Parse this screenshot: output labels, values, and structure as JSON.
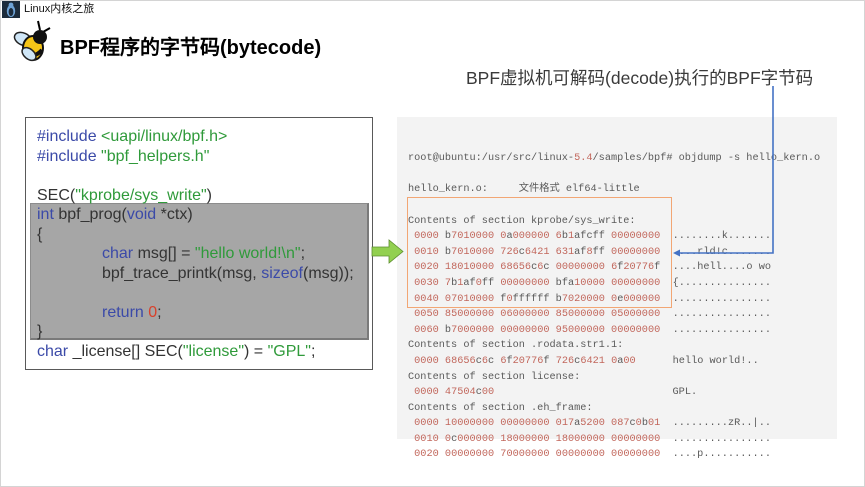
{
  "header": {
    "app_name": "Linux内核之旅",
    "app_icon": "linux-penguin-icon",
    "logo_icon": "bee-logo-icon",
    "title": "BPF程序的字节码(bytecode)"
  },
  "annotation": {
    "text": "BPF虚拟机可解码(decode)执行的BPF字节码",
    "arrow_color": "#4472c4"
  },
  "transition_arrow": {
    "icon": "right-arrow-icon",
    "fill": "#92d050"
  },
  "source_code": {
    "highlight_color": "#a6a6a6",
    "colors": {
      "keyword": "#3b4aa8",
      "string": "#2f9a3a",
      "number": "#d9412b",
      "plain": "#333333"
    },
    "lines": [
      {
        "indent": false,
        "tokens": [
          {
            "t": "#include ",
            "k": "kw"
          },
          {
            "t": "<uapi/linux/bpf.h>",
            "k": "str"
          }
        ]
      },
      {
        "indent": false,
        "tokens": [
          {
            "t": "#include ",
            "k": "kw"
          },
          {
            "t": "\"bpf_helpers.h\"",
            "k": "str"
          }
        ]
      },
      {
        "indent": false,
        "tokens": []
      },
      {
        "indent": false,
        "tokens": [
          {
            "t": "SEC(",
            "k": "plain"
          },
          {
            "t": "\"kprobe/sys_write\"",
            "k": "str"
          },
          {
            "t": ")",
            "k": "plain"
          }
        ]
      },
      {
        "indent": false,
        "tokens": [
          {
            "t": "int",
            "k": "kw"
          },
          {
            "t": " bpf_prog(",
            "k": "plain"
          },
          {
            "t": "void",
            "k": "kw"
          },
          {
            "t": " *ctx)",
            "k": "plain"
          }
        ]
      },
      {
        "indent": false,
        "tokens": [
          {
            "t": "{",
            "k": "plain"
          }
        ]
      },
      {
        "indent": true,
        "tokens": [
          {
            "t": "char",
            "k": "kw"
          },
          {
            "t": " msg[] = ",
            "k": "plain"
          },
          {
            "t": "\"hello world!\\n\"",
            "k": "str"
          },
          {
            "t": ";",
            "k": "plain"
          }
        ]
      },
      {
        "indent": true,
        "tokens": [
          {
            "t": "bpf_trace_printk(msg, ",
            "k": "plain"
          },
          {
            "t": "sizeof",
            "k": "kw"
          },
          {
            "t": "(msg));",
            "k": "plain"
          }
        ]
      },
      {
        "indent": false,
        "tokens": []
      },
      {
        "indent": true,
        "tokens": [
          {
            "t": "return",
            "k": "kw"
          },
          {
            "t": " ",
            "k": "plain"
          },
          {
            "t": "0",
            "k": "num"
          },
          {
            "t": ";",
            "k": "plain"
          }
        ]
      },
      {
        "indent": false,
        "tokens": [
          {
            "t": "}",
            "k": "plain"
          }
        ]
      },
      {
        "indent": false,
        "tokens": [
          {
            "t": "char",
            "k": "kw"
          },
          {
            "t": " _license[] SEC(",
            "k": "plain"
          },
          {
            "t": "\"license\"",
            "k": "str"
          },
          {
            "t": ") = ",
            "k": "plain"
          },
          {
            "t": "\"GPL\"",
            "k": "str"
          },
          {
            "t": ";",
            "k": "plain"
          }
        ]
      }
    ]
  },
  "terminal": {
    "background": "#f3f3f3",
    "digit_color": "#c2675c",
    "highlight_border": "#f2a674",
    "command_line": "root@ubuntu:/usr/src/linux-5.4/samples/bpf# objdump -s hello_kern.o",
    "file_format_line": "hello_kern.o:     文件格式 elf64-little",
    "sections": [
      {
        "header": "Contents of section kprobe/sys_write:",
        "highlighted": true,
        "rows": [
          {
            "addr": "0000",
            "hex": [
              "b7010000",
              "0a000000",
              "6b1afcff",
              "00000000"
            ],
            "ascii": "........k......."
          },
          {
            "addr": "0010",
            "hex": [
              "b7010000",
              "726c6421",
              "631af8ff",
              "00000000"
            ],
            "ascii": "....rld!c......."
          },
          {
            "addr": "0020",
            "hex": [
              "18010000",
              "68656c6c",
              "00000000",
              "6f20776f"
            ],
            "ascii": "....hell....o wo"
          },
          {
            "addr": "0030",
            "hex": [
              "7b1af0ff",
              "00000000",
              "bfa10000",
              "00000000"
            ],
            "ascii": "{..............."
          },
          {
            "addr": "0040",
            "hex": [
              "07010000",
              "f0ffffff",
              "b7020000",
              "0e000000"
            ],
            "ascii": "................"
          },
          {
            "addr": "0050",
            "hex": [
              "85000000",
              "06000000",
              "85000000",
              "05000000"
            ],
            "ascii": "................"
          },
          {
            "addr": "0060",
            "hex": [
              "b7000000",
              "00000000",
              "95000000",
              "00000000"
            ],
            "ascii": "................"
          }
        ]
      },
      {
        "header": "Contents of section .rodata.str1.1:",
        "highlighted": false,
        "rows": [
          {
            "addr": "0000",
            "hex": [
              "68656c6c",
              "6f20776f",
              "726c6421",
              "0a00"
            ],
            "ascii": "hello world!.."
          }
        ]
      },
      {
        "header": "Contents of section license:",
        "highlighted": false,
        "rows": [
          {
            "addr": "0000",
            "hex": [
              "47504c00"
            ],
            "ascii": "GPL."
          }
        ]
      },
      {
        "header": "Contents of section .eh_frame:",
        "highlighted": false,
        "rows": [
          {
            "addr": "0000",
            "hex": [
              "10000000",
              "00000000",
              "017a5200",
              "087c0b01"
            ],
            "ascii": ".........zR..|.."
          },
          {
            "addr": "0010",
            "hex": [
              "0c000000",
              "18000000",
              "18000000",
              "00000000"
            ],
            "ascii": "................"
          },
          {
            "addr": "0020",
            "hex": [
              "00000000",
              "70000000",
              "00000000",
              "00000000"
            ],
            "ascii": "....p..........."
          }
        ]
      }
    ]
  }
}
